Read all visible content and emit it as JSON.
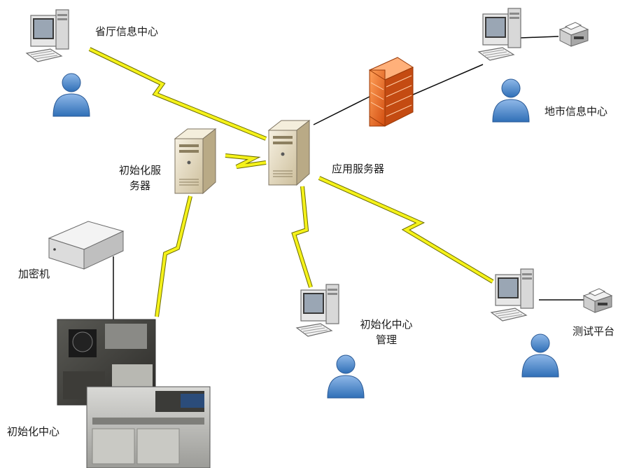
{
  "nodes": {
    "provincial_info_center": {
      "label": "省厅信息中心"
    },
    "city_info_center": {
      "label": "地市信息中心"
    },
    "init_server": {
      "label_line1": "初始化服",
      "label_line2": "务器"
    },
    "app_server": {
      "label": "应用服务器"
    },
    "encryptor": {
      "label": "加密机"
    },
    "init_center_mgmt": {
      "label_line1": "初始化中心",
      "label_line2": "管理"
    },
    "test_platform": {
      "label": "测试平台"
    },
    "init_center": {
      "label": "初始化中心"
    }
  },
  "colors": {
    "lightning": "#f5f21a",
    "lightning_edge": "#8a8a00",
    "firewall": "#f07a2a",
    "user": "#4a86c8",
    "server": "#e9dfc6"
  }
}
